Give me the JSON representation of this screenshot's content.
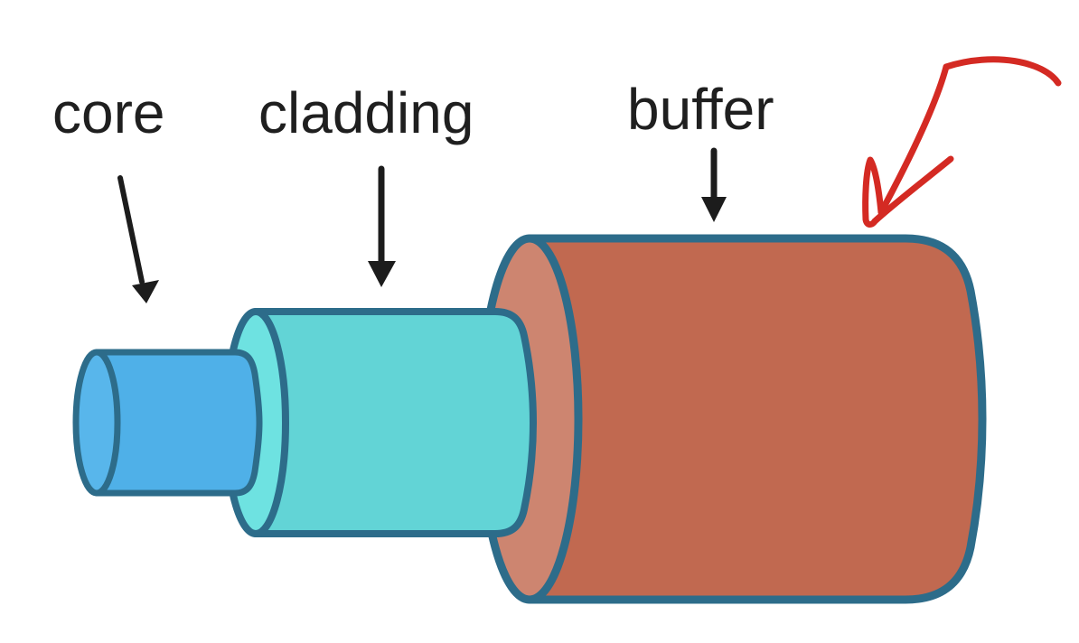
{
  "diagram": {
    "labels": {
      "core": "core",
      "cladding": "cladding",
      "buffer": "buffer"
    },
    "colors": {
      "core_body": "#4fb0e8",
      "core_face": "#58b6eb",
      "cladding_body": "#62d4d6",
      "cladding_face": "#6ee2e1",
      "buffer_body": "#c16950",
      "buffer_face": "#cd8570",
      "outline": "#2d6c8a",
      "label_arrow": "#1c1c1c",
      "annotation_red": "#d42a23",
      "background": "#ffffff"
    }
  }
}
